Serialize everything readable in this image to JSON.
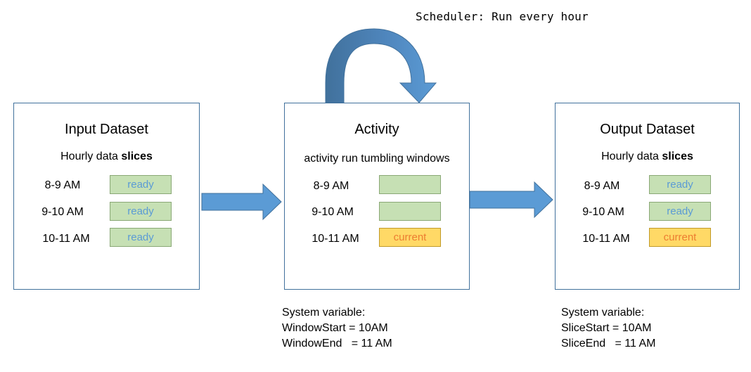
{
  "scheduler": {
    "label": "Scheduler: Run every hour"
  },
  "input_dataset": {
    "title": "Input Dataset",
    "subtitle_prefix": "Hourly data ",
    "subtitle_bold": "slices",
    "rows": [
      {
        "time": "8-9 AM",
        "status": "ready"
      },
      {
        "time": "9-10 AM",
        "status": "ready"
      },
      {
        "time": "10-11 AM",
        "status": "ready"
      }
    ]
  },
  "activity": {
    "title": "Activity",
    "subtitle": "activity run tumbling windows",
    "rows": [
      {
        "time": "8-9 AM",
        "status": ""
      },
      {
        "time": "9-10 AM",
        "status": ""
      },
      {
        "time": "10-11 AM",
        "status": "current"
      }
    ],
    "system_variable": {
      "heading": "System variable:",
      "line1": "WindowStart = 10AM",
      "line2": "WindowEnd   = 11 AM"
    }
  },
  "output_dataset": {
    "title": "Output Dataset",
    "subtitle_prefix": "Hourly data ",
    "subtitle_bold": "slices",
    "rows": [
      {
        "time": "8-9 AM",
        "status": "ready"
      },
      {
        "time": "9-10 AM",
        "status": "ready"
      },
      {
        "time": "10-11 AM",
        "status": "current"
      }
    ],
    "system_variable": {
      "heading": "System variable:",
      "line1": "SliceStart = 10AM",
      "line2": "SliceEnd   = 11 AM"
    }
  },
  "colors": {
    "box_border": "#41719c",
    "arrow_fill": "#5b9bd5",
    "ready_fill": "#c6e0b4",
    "current_fill": "#ffd966",
    "ready_text": "#5b9bd5",
    "current_text": "#ed7d31"
  }
}
